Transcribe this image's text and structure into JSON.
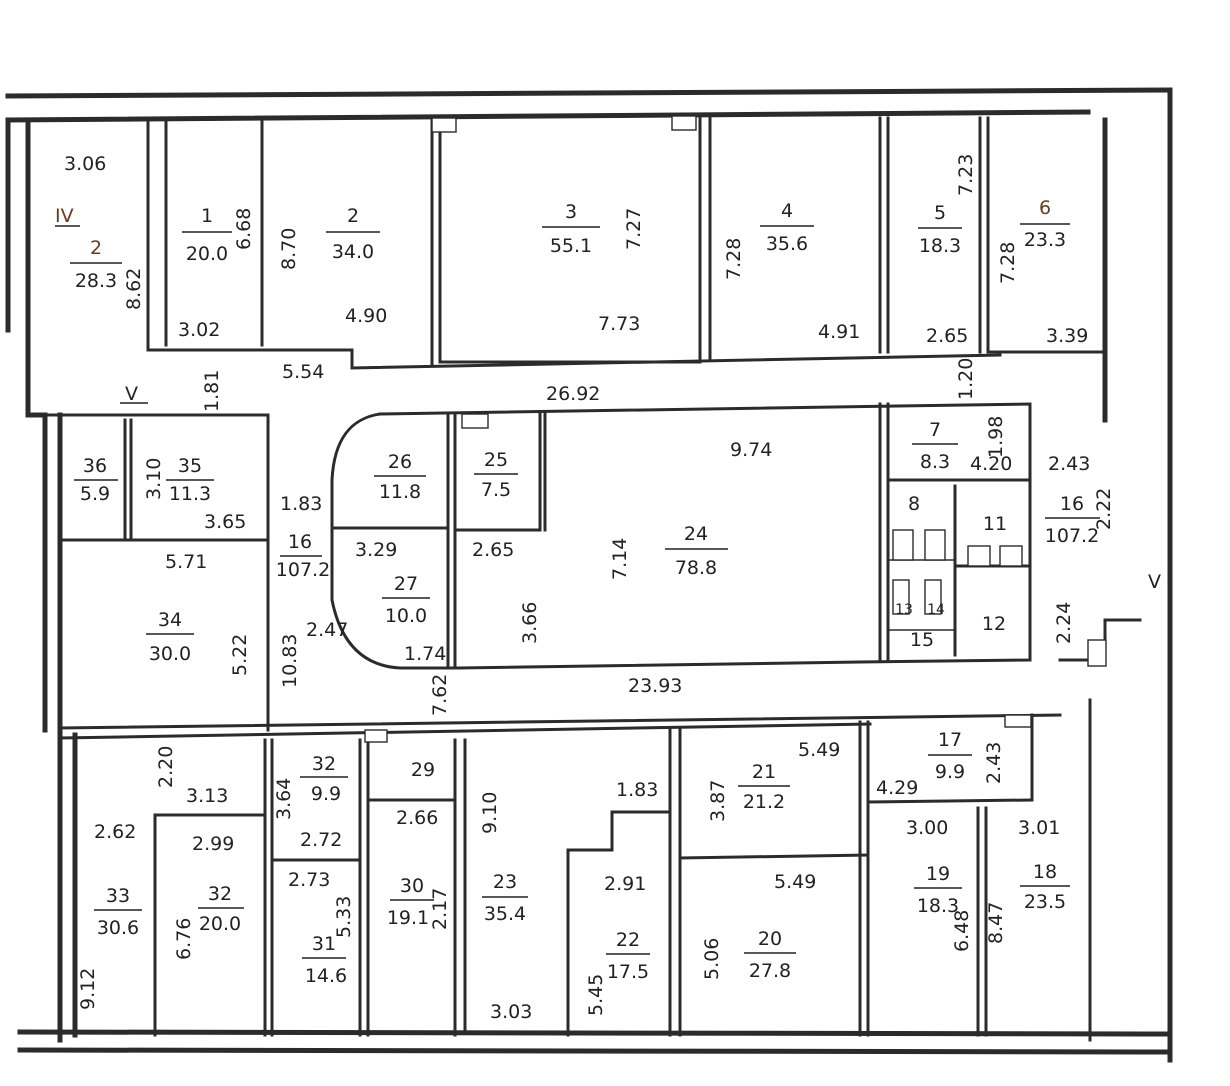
{
  "plan": {
    "section_marks": [
      "IV",
      "V",
      "V"
    ],
    "rooms": [
      {
        "no": "1",
        "area": "20.0"
      },
      {
        "no": "2",
        "area": "34.0"
      },
      {
        "no": "2",
        "area": "28.3"
      },
      {
        "no": "3",
        "area": "55.1"
      },
      {
        "no": "4",
        "area": "35.6"
      },
      {
        "no": "5",
        "area": "18.3"
      },
      {
        "no": "6",
        "area": "23.3"
      },
      {
        "no": "7",
        "area": "8.3"
      },
      {
        "no": "8",
        "area": ""
      },
      {
        "no": "11",
        "area": ""
      },
      {
        "no": "12",
        "area": ""
      },
      {
        "no": "13",
        "area": ""
      },
      {
        "no": "14",
        "area": ""
      },
      {
        "no": "15",
        "area": ""
      },
      {
        "no": "16",
        "area": "107.2"
      },
      {
        "no": "16",
        "area": "107.2"
      },
      {
        "no": "17",
        "area": "9.9"
      },
      {
        "no": "18",
        "area": "23.5"
      },
      {
        "no": "19",
        "area": "18.3"
      },
      {
        "no": "20",
        "area": "27.8"
      },
      {
        "no": "21",
        "area": "21.2"
      },
      {
        "no": "22",
        "area": "17.5"
      },
      {
        "no": "23",
        "area": "35.4"
      },
      {
        "no": "24",
        "area": "78.8"
      },
      {
        "no": "25",
        "area": "7.5"
      },
      {
        "no": "26",
        "area": "11.8"
      },
      {
        "no": "27",
        "area": "10.0"
      },
      {
        "no": "29",
        "area": ""
      },
      {
        "no": "30",
        "area": "19.1"
      },
      {
        "no": "31",
        "area": "14.6"
      },
      {
        "no": "32",
        "area": "20.0"
      },
      {
        "no": "32",
        "area": "9.9"
      },
      {
        "no": "33",
        "area": "30.6"
      },
      {
        "no": "34",
        "area": "30.0"
      },
      {
        "no": "35",
        "area": "11.3"
      },
      {
        "no": "36",
        "area": "5.9"
      }
    ],
    "dimensions": [
      "3.06",
      "6.68",
      "8.70",
      "7.27",
      "7.28",
      "7.23",
      "7.28",
      "8.62",
      "3.02",
      "4.90",
      "7.73",
      "4.91",
      "2.65",
      "3.39",
      "5.54",
      "1.81",
      "26.92",
      "1.20",
      "9.74",
      "1.98",
      "4.20",
      "2.43",
      "3.10",
      "1.83",
      "3.65",
      "5.71",
      "3.29",
      "2.65",
      "7.14",
      "2.22",
      "5.22",
      "10.83",
      "2.47",
      "3.66",
      "1.74",
      "2.24",
      "23.93",
      "7.62",
      "2.20",
      "3.13",
      "3.64",
      "2.72",
      "2.66",
      "9.10",
      "1.83",
      "3.87",
      "5.49",
      "4.29",
      "2.43",
      "3.00",
      "3.01",
      "2.62",
      "2.99",
      "2.73",
      "5.33",
      "2.17",
      "2.91",
      "5.49",
      "6.48",
      "8.47",
      "6.76",
      "9.12",
      "5.45",
      "5.06",
      "3.03"
    ]
  }
}
